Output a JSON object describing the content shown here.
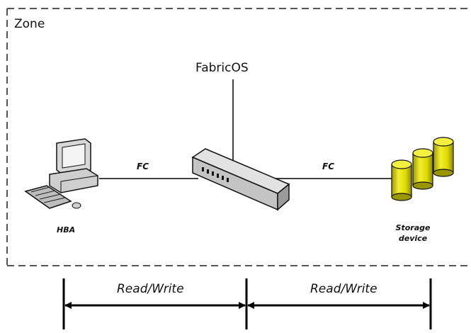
{
  "zone": {
    "label": "Zone"
  },
  "switch": {
    "label": "FabricOS"
  },
  "links": {
    "left_label": "FC",
    "right_label": "FC"
  },
  "devices": {
    "host_label": "HBA",
    "storage_label_line1": "Storage",
    "storage_label_line2": "device"
  },
  "spans": {
    "left_label": "Read/Write",
    "right_label": "Read/Write"
  },
  "colors": {
    "storage_fill": "#e6e000",
    "storage_shadow": "#8a8600",
    "switch_fill": "#c8c8c8",
    "line": "#000000"
  },
  "icons": {
    "host": "computer-icon",
    "switch": "network-switch-icon",
    "storage": "storage-cylinders-icon"
  }
}
